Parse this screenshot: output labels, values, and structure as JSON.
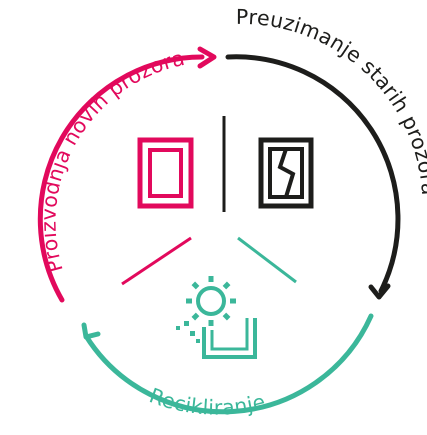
{
  "cycle": {
    "steps": [
      {
        "label": "Proizvodnja novih prozora",
        "color": "#e2095c"
      },
      {
        "label": "Preuzimanje starih prozora",
        "color": "#1d1d1b"
      },
      {
        "label": "Recikliranje",
        "color": "#3bb79a"
      }
    ]
  },
  "icons": {
    "new_window": "window-icon",
    "old_window": "broken-window-icon",
    "recycling": "gear-recycling-icon"
  }
}
